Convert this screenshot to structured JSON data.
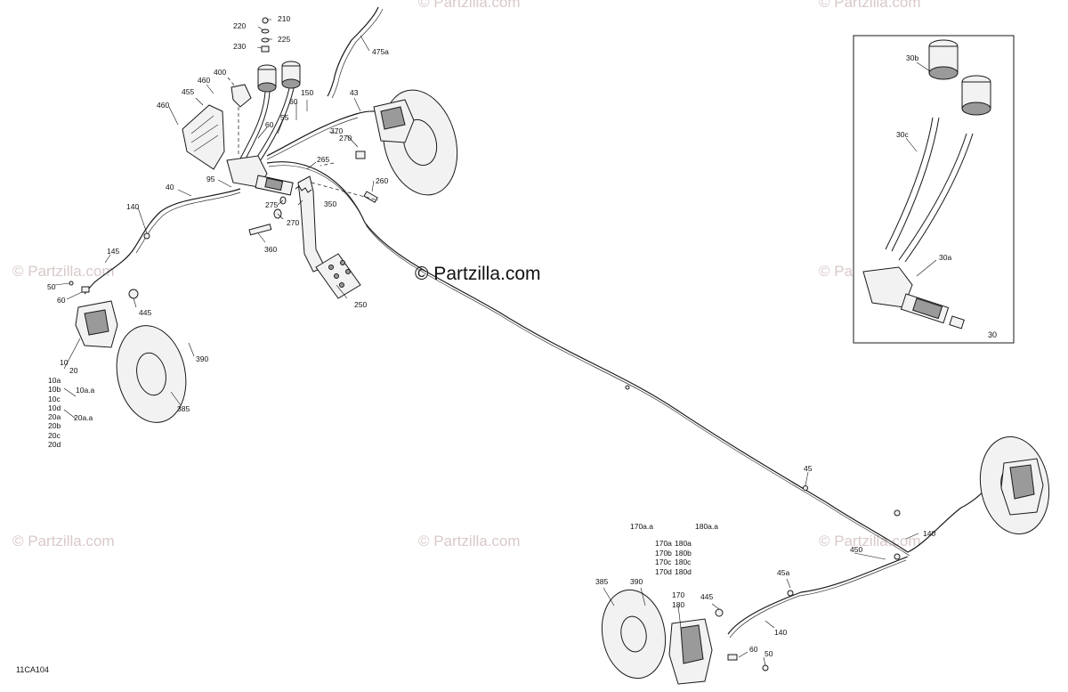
{
  "watermark": {
    "brand": "© Partzilla.com"
  },
  "diagram_code": "11CA104",
  "inset_label": "30",
  "labels": {
    "l210": "210",
    "l220": "220",
    "l225": "225",
    "l230": "230",
    "l475a": "475a",
    "l400": "400",
    "l460a": "460",
    "l455": "455",
    "l460b": "460",
    "l150": "150",
    "l43": "43",
    "l60a": "60",
    "l55": "55",
    "l60b": "60",
    "l370": "370",
    "l270a": "270",
    "l265": "265",
    "l260": "260",
    "l95": "95",
    "l40": "40",
    "l140a": "140",
    "l275": "275",
    "l270b": "270",
    "l350": "350",
    "l360": "360",
    "l250": "250",
    "l145": "145",
    "l50a": "50",
    "l60c": "60",
    "l445a": "445",
    "l390a": "390",
    "l10": "10",
    "l20": "20",
    "l10a": "10a",
    "l10b": "10b",
    "l10c": "10c",
    "l10d": "10d",
    "l10aa": "10a.a",
    "l20a": "20a",
    "l20b": "20b",
    "l20c": "20c",
    "l20d": "20d",
    "l20aa": "20a.a",
    "l385a": "385",
    "l45": "45",
    "l140b": "140",
    "l450": "450",
    "l45a": "45a",
    "l140c": "140",
    "l170aa": "170a.a",
    "l180aa": "180a.a",
    "l170a": "170a",
    "l180a": "180a",
    "l170b": "170b",
    "l180b": "180b",
    "l170c": "170c",
    "l180c": "180c",
    "l170d": "170d",
    "l180d": "180d",
    "l170": "170",
    "l180": "180",
    "l385b": "385",
    "l390b": "390",
    "l445b": "445",
    "l60d": "60",
    "l50b": "50",
    "l30b": "30b",
    "l30c": "30c",
    "l30a": "30a"
  }
}
